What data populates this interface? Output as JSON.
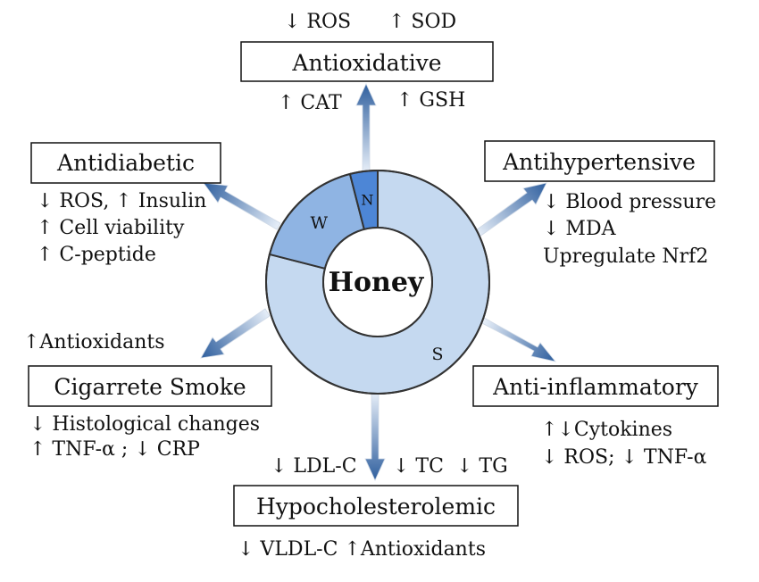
{
  "center": {
    "label": "Honey",
    "segments": [
      {
        "label": "S",
        "fraction": 0.79,
        "color": "#c5d9f0"
      },
      {
        "label": "W",
        "fraction": 0.17,
        "color": "#8fb4e3"
      },
      {
        "label": "N",
        "fraction": 0.04,
        "color": "#4d86d6"
      }
    ]
  },
  "effects": {
    "antioxidative": {
      "title": "Antioxidative",
      "top_left": "↓ ROS",
      "top_right": "↑ SOD",
      "bottom_left": "↑ CAT",
      "bottom_right": "↑ GSH"
    },
    "antidiabetic": {
      "title": "Antidiabetic",
      "lines": [
        "↓ ROS, ↑ Insulin",
        "↑ Cell viability",
        "↑ C-peptide"
      ]
    },
    "antihypertensive": {
      "title": "Antihypertensive",
      "lines": [
        "↓ Blood pressure",
        "↓ MDA",
        "Upregulate Nrf2"
      ]
    },
    "cigarette": {
      "title": "Cigarrete Smoke",
      "above": "↑Antioxidants",
      "lines": [
        "↓ Histological changes",
        "↑ TNF-α ; ↓ CRP"
      ]
    },
    "antiinflammatory": {
      "title": "Anti-inflammatory",
      "lines": [
        "↑↓Cytokines",
        "↓ ROS; ↓ TNF-α"
      ]
    },
    "hypocholesterolemic": {
      "title": "Hypocholesterolemic",
      "above_left": "↓ LDL-C",
      "above_mid": "↓ TC",
      "above_right": "↓ TG",
      "below": "↓ VLDL-C ↑Antioxidants"
    }
  },
  "colors": {
    "arrow_dark": "#2f5f9e",
    "arrow_light": "#e6eef8",
    "ring_outline": "#333333"
  }
}
